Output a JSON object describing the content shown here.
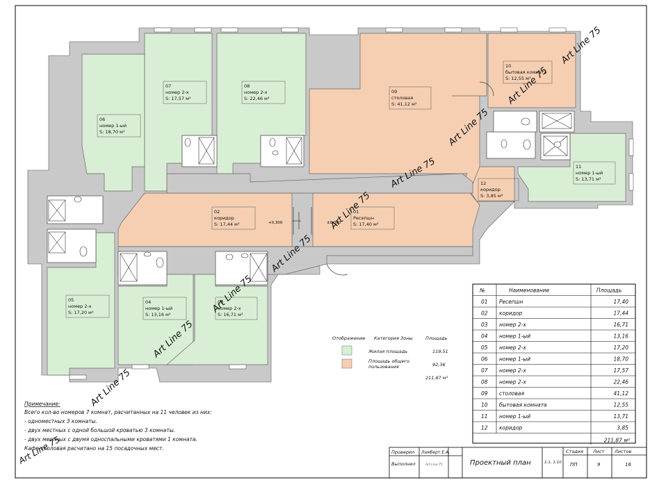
{
  "rooms": [
    {
      "num": "01",
      "name": "Ресепшн",
      "area": "S: 17,40 м²"
    },
    {
      "num": "02",
      "name": "коридор",
      "area": "S: 17,44 м²"
    },
    {
      "num": "03",
      "name": "номер 2-х",
      "area": "S: 16,71 м²"
    },
    {
      "num": "04",
      "name": "номер 1-ый",
      "area": "S: 13,16 м²"
    },
    {
      "num": "05",
      "name": "номер 2-х",
      "area": "S: 17,20 м²"
    },
    {
      "num": "06",
      "name": "номер 1-ый",
      "area": "S: 18,70 м²"
    },
    {
      "num": "07",
      "name": "номер 2-х",
      "area": "S: 17,57 м²"
    },
    {
      "num": "08",
      "name": "номер 2-х",
      "area": "S: 22,46 м²"
    },
    {
      "num": "09",
      "name": "столовая",
      "area": "S: 41,12 м²"
    },
    {
      "num": "10",
      "name": "бытовая комната",
      "area": "S: 12,55 м²"
    },
    {
      "num": "11",
      "name": "номер 1-ый",
      "area": "S: 13,71 м²"
    },
    {
      "num": "12",
      "name": "коридор",
      "area": "S: 3,85 м²"
    }
  ],
  "levels": {
    "left": "+0,300",
    "right": "±0,000"
  },
  "watermark": "Art Line 75",
  "colors": {
    "residential": "#d9efd5",
    "common": "#f6cfb3",
    "wall": "#c9c9c9",
    "door": "#d98c8c"
  },
  "legend": {
    "headers": [
      "Отображение",
      "Категория Зоны",
      "Площадь"
    ],
    "rows": [
      {
        "label": "Жилая площадь",
        "value": "119,51",
        "color": "#d9efd5"
      },
      {
        "label_lines": [
          "Площадь общего",
          "пользования"
        ],
        "value": "92,36",
        "color": "#f6cfb3"
      }
    ],
    "total": "211,87 м²"
  },
  "table": {
    "headers": [
      "№",
      "Наименование",
      "Площадь"
    ],
    "rows": [
      [
        "01",
        "Ресепшн",
        "17,40"
      ],
      [
        "02",
        "коридор",
        "17,44"
      ],
      [
        "03",
        "номер 2-х",
        "16,71"
      ],
      [
        "04",
        "номер 1-ый",
        "13,16"
      ],
      [
        "05",
        "номер 2-х",
        "17,20"
      ],
      [
        "06",
        "номер 1-ый",
        "18,70"
      ],
      [
        "07",
        "номер 2-х",
        "17,57"
      ],
      [
        "08",
        "номер 2-х",
        "22,46"
      ],
      [
        "09",
        "столовая",
        "41,12"
      ],
      [
        "10",
        "бытовая комната",
        "12,55"
      ],
      [
        "11",
        "номер 1-ый",
        "13,71"
      ],
      [
        "12",
        "коридор",
        "3,85"
      ]
    ],
    "total": "211,87 м²"
  },
  "notes": {
    "title": "Примечание:",
    "lines": [
      "Всего кол-во номеров 7 комнат, расчитанных на 11 человек из них:",
      "- одноместных 3 комнаты.",
      "- двух местных с одной большой кроватью 3 комнаты.",
      "- двух местных с двумя односпальными кроватями 1 комната.",
      "Кафе-столовая расчитано на 15 посадочных мест."
    ]
  },
  "stamp": {
    "checked": "Проверил",
    "checker": "Ламберт Е.А.",
    "made": "Выполнил",
    "sign": "Art Line 75",
    "title": "Проектный план",
    "scale": "1:1, 1:10",
    "h_stage": "Стадия",
    "h_sheet": "Лист",
    "h_sheets": "Листов",
    "stage": "ПП",
    "sheet": "9",
    "sheets": "16"
  }
}
